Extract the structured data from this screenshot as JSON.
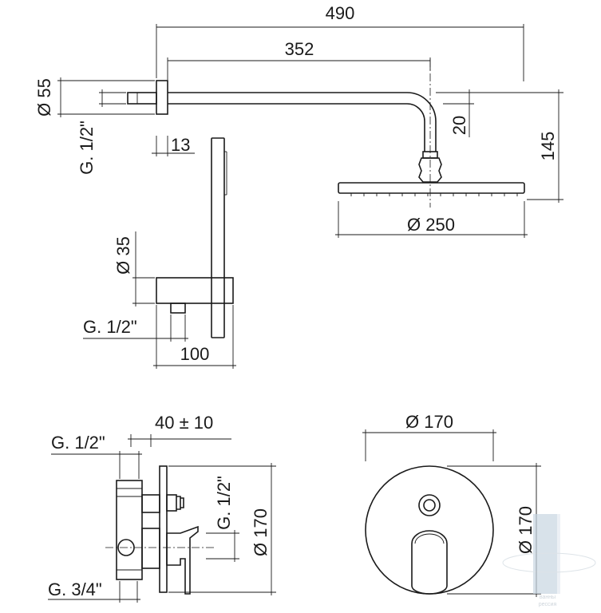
{
  "dimensions": {
    "overall_width": "490",
    "arm_length": "352",
    "flange_diameter": "Ø 55",
    "arm_connection": "G. 1/2\"",
    "arm_drop": "20",
    "total_height": "145",
    "flange_gap": "13",
    "head_diameter": "Ø 250",
    "holder_diameter": "Ø 35",
    "holder_connection": "G. 1/2\"",
    "holder_depth": "100",
    "mixer_depth": "40 ± 10",
    "mixer_outlet": "G. 1/2\"",
    "mixer_outlet_side": "G. 1/2\"",
    "mixer_plate_diameter_side": "Ø 170",
    "mixer_inlet": "G. 3/4\"",
    "plate_width": "Ø 170",
    "plate_height": "Ø 170"
  },
  "watermark": {
    "line1": "ванны",
    "line2": "рессия"
  },
  "colors": {
    "line": "#1a1a1a",
    "watermark": "#aebdc9"
  }
}
